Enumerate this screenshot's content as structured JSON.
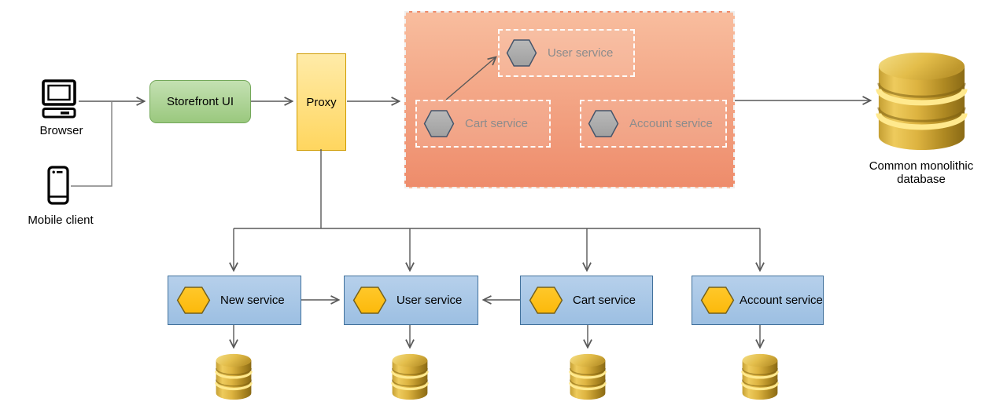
{
  "clients": {
    "browser": {
      "label": "Browser",
      "icon": "desktop-computer-icon"
    },
    "mobile": {
      "label": "Mobile client",
      "icon": "smartphone-icon"
    }
  },
  "storefront": {
    "label": "Storefront UI"
  },
  "proxy": {
    "label": "Proxy"
  },
  "monolith": {
    "services": {
      "user": {
        "label": "User service"
      },
      "cart": {
        "label": "Cart service"
      },
      "account": {
        "label": "Account service"
      }
    }
  },
  "monolith_database": {
    "label_line1": "Common monolithic",
    "label_line2": "database"
  },
  "microservices": {
    "new": {
      "label": "New service"
    },
    "user": {
      "label": "User service"
    },
    "cart": {
      "label": "Cart service"
    },
    "account": {
      "label": "Account service"
    }
  },
  "colors": {
    "storefront_fill": "#a9d18e",
    "storefront_border": "#74a85a",
    "proxy_fill": "#ffd966",
    "proxy_border": "#cf9b00",
    "monolith_fill": "#f29c7c",
    "monolith_service_text": "#8c8c8c",
    "gray_hexagon_fill": "#ababab",
    "gray_hexagon_border": "#44546a",
    "microservice_fill": "#a9c7e8",
    "microservice_border": "#41719c",
    "yellow_hexagon_fill": "#ffc010",
    "yellow_hexagon_border": "#73601c",
    "database_gold": "#d9a93d",
    "connector": "#595959"
  }
}
